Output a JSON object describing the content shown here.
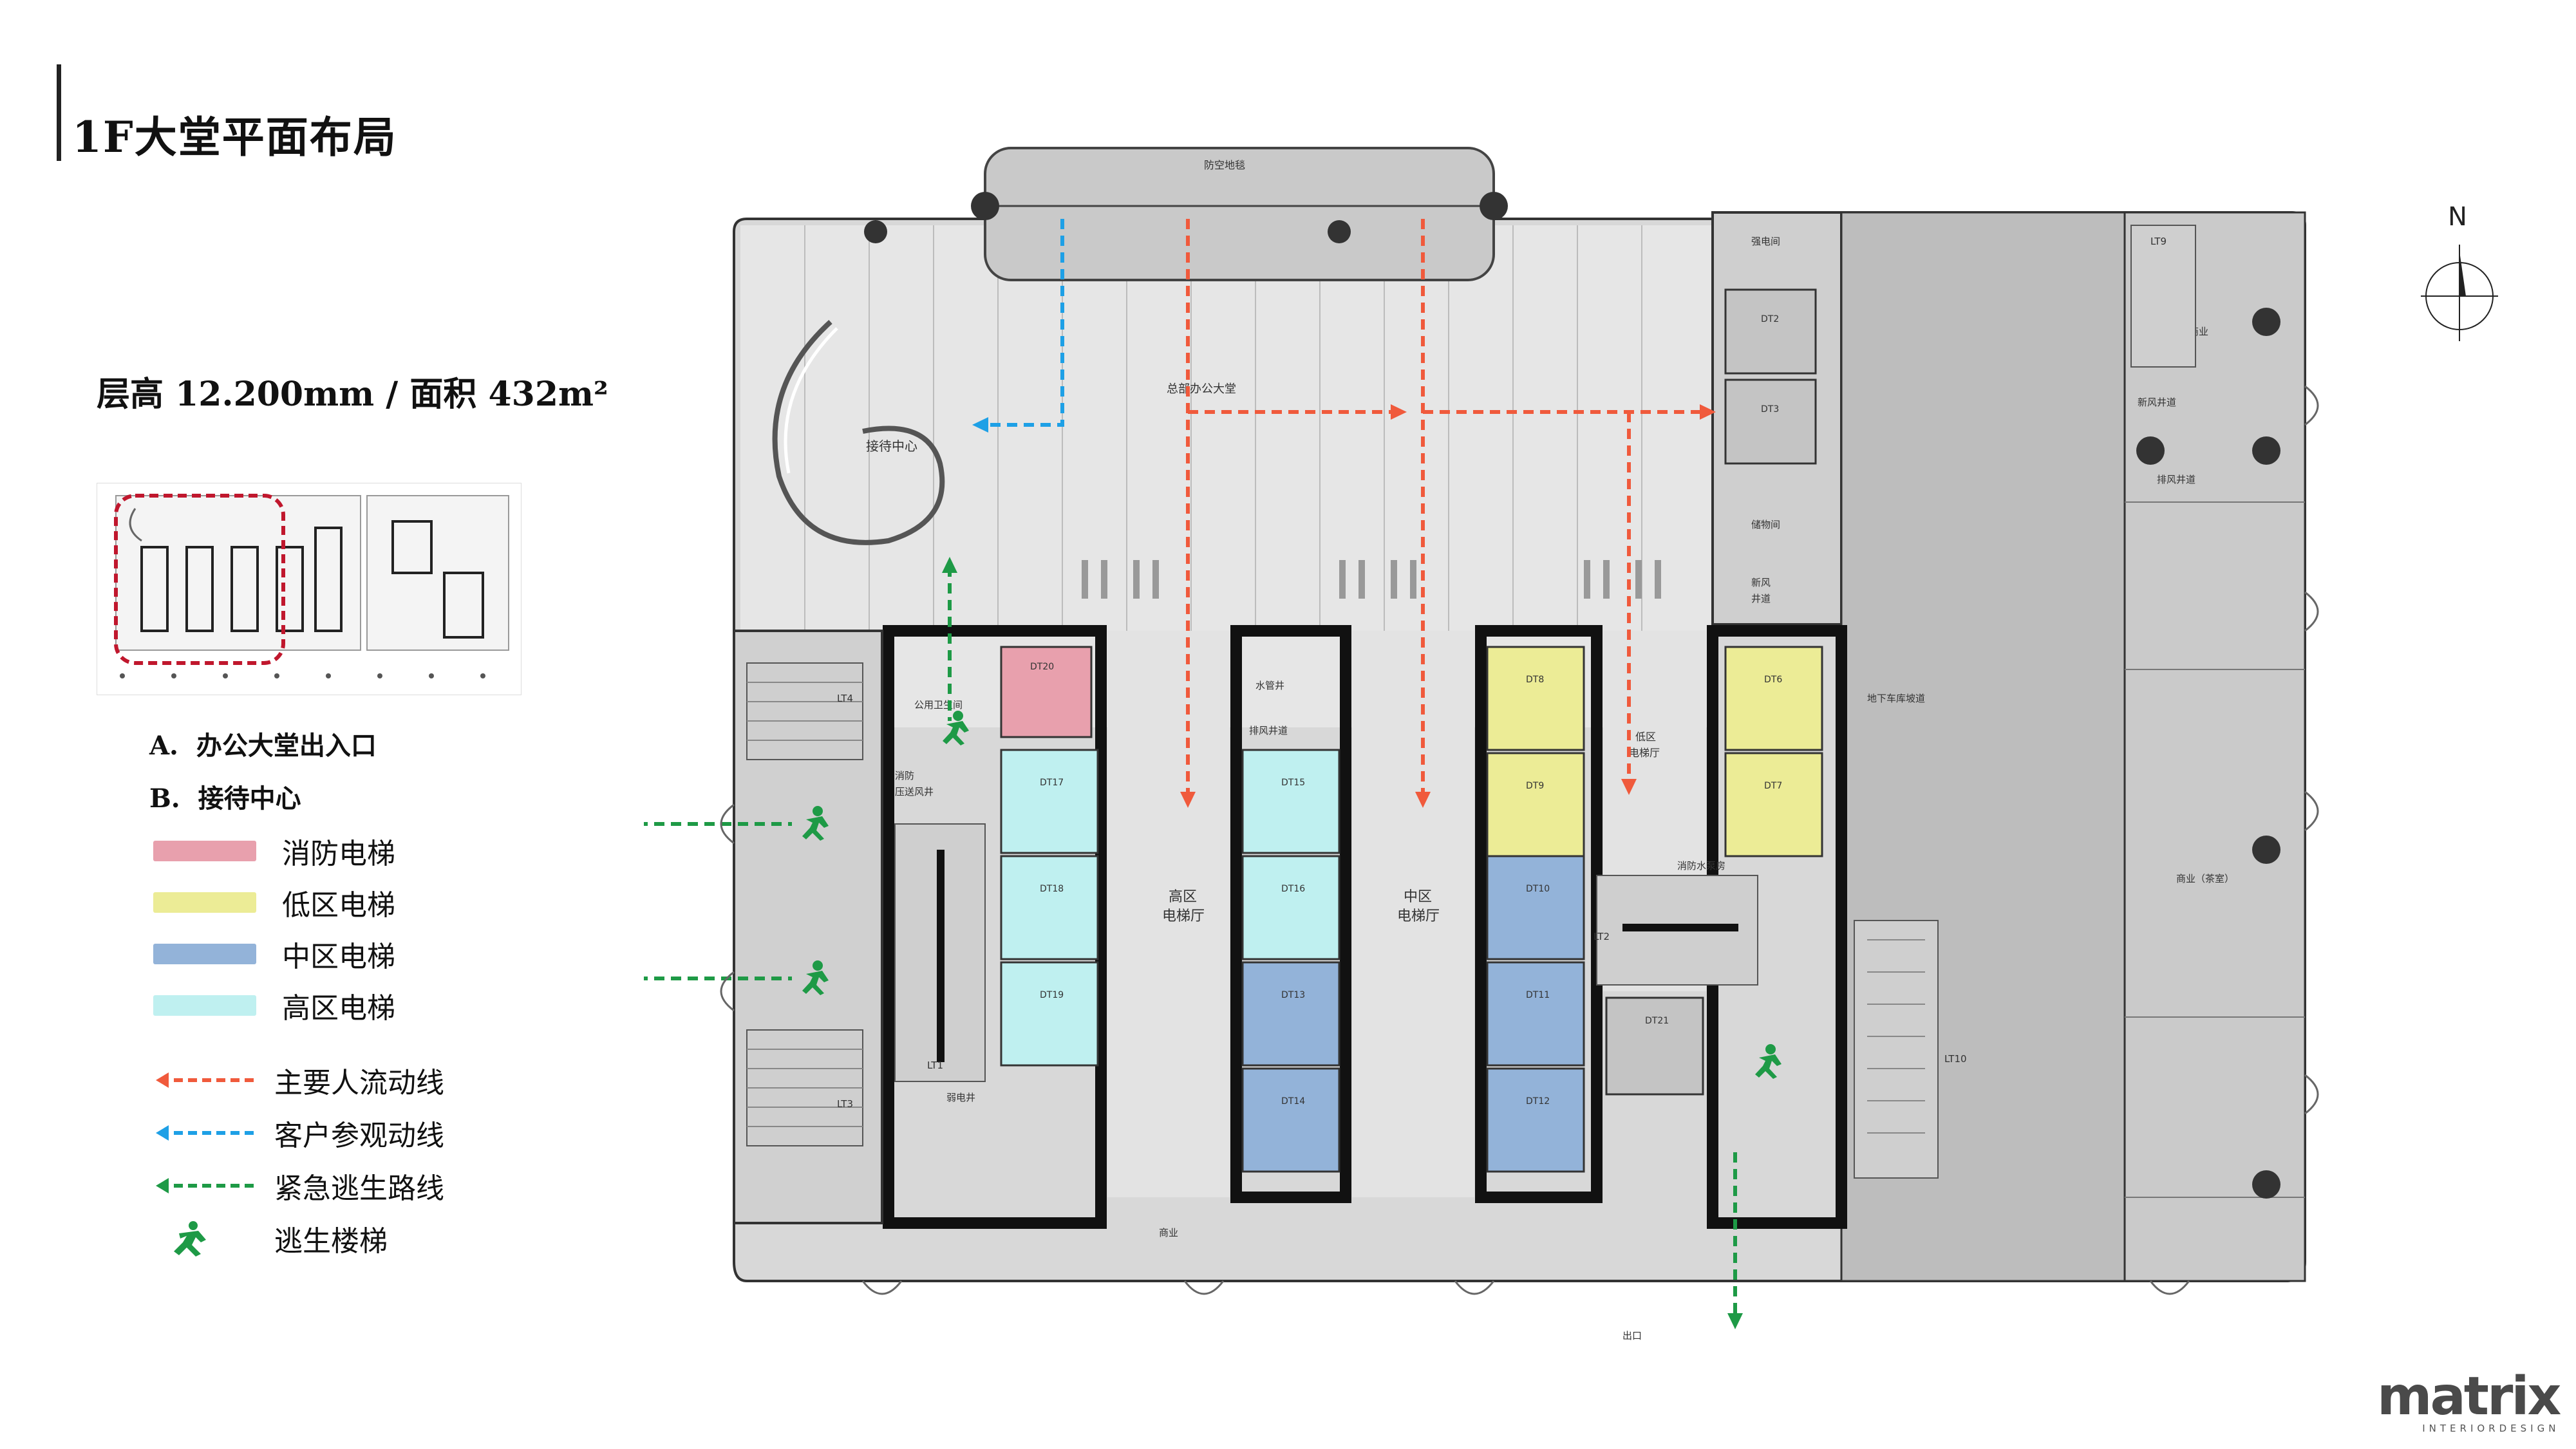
{
  "page": {
    "title": "1F大堂平面布局"
  },
  "floor_info": "层高 12.200mm / 面积  432m²",
  "legend": {
    "items_ab": [
      {
        "key": "A.",
        "label": "办公大堂出入口"
      },
      {
        "key": "B.",
        "label": "接待中心"
      }
    ],
    "elevators": [
      {
        "label": "消防电梯",
        "color": "#e8a0ad"
      },
      {
        "label": "低区电梯",
        "color": "#ecec96"
      },
      {
        "label": "中区电梯",
        "color": "#93b3d9"
      },
      {
        "label": "高区电梯",
        "color": "#bff0f0"
      }
    ],
    "routes": [
      {
        "label": "主要人流动线",
        "color": "#f05a3c"
      },
      {
        "label": "客户参观动线",
        "color": "#1ea0e6"
      },
      {
        "label": "紧急逃生路线",
        "color": "#1e9a46"
      }
    ],
    "stair": {
      "label": "逃生楼梯",
      "color": "#1e9a46"
    }
  },
  "plan": {
    "canopy": "防空地毯",
    "lobby": "总部办公大堂",
    "reception": "接待中心",
    "high_hall": [
      "高区",
      "电梯厅"
    ],
    "mid_hall": [
      "中区",
      "电梯厅"
    ],
    "low_hall": [
      "低区",
      "电梯厅"
    ],
    "rooms": {
      "power": "强电间",
      "storage": "储物间",
      "fresh_air": [
        "新风",
        "井道"
      ],
      "water": "水管井",
      "exhaust": "排风井道",
      "corridor": "地下车库坡道",
      "shop_top": "商业",
      "shop_right": "商业（茶室）",
      "shop_bottom": "商业",
      "exhaust_shaft": "排风井道",
      "fresh_shaft": "新风井道",
      "elec_shaft": "弱电井",
      "fire_box": "消防水泵房",
      "fire_wall": [
        "消防",
        "压送风井"
      ],
      "common_toilet": "公用卫生间",
      "exit": "出口"
    },
    "lift_shafts": [
      "LT4",
      "LT3",
      "LT1",
      "LT2",
      "LT9",
      "LT10"
    ],
    "elevators": {
      "fire": "DT20",
      "high": [
        "DT17",
        "DT18",
        "DT19"
      ],
      "high2": [
        "DT15",
        "DT16"
      ],
      "mid_a": [
        "DT13",
        "DT14"
      ],
      "mid_b": [
        "DT10",
        "DT11",
        "DT12"
      ],
      "low_a": [
        "DT8",
        "DT9"
      ],
      "low_b": [
        "DT6",
        "DT7"
      ],
      "top": [
        "DT2",
        "DT3"
      ],
      "side": "DT21"
    }
  },
  "north": "N",
  "logo": {
    "word": "matrix",
    "sub": "INTERIORDESIGN"
  }
}
